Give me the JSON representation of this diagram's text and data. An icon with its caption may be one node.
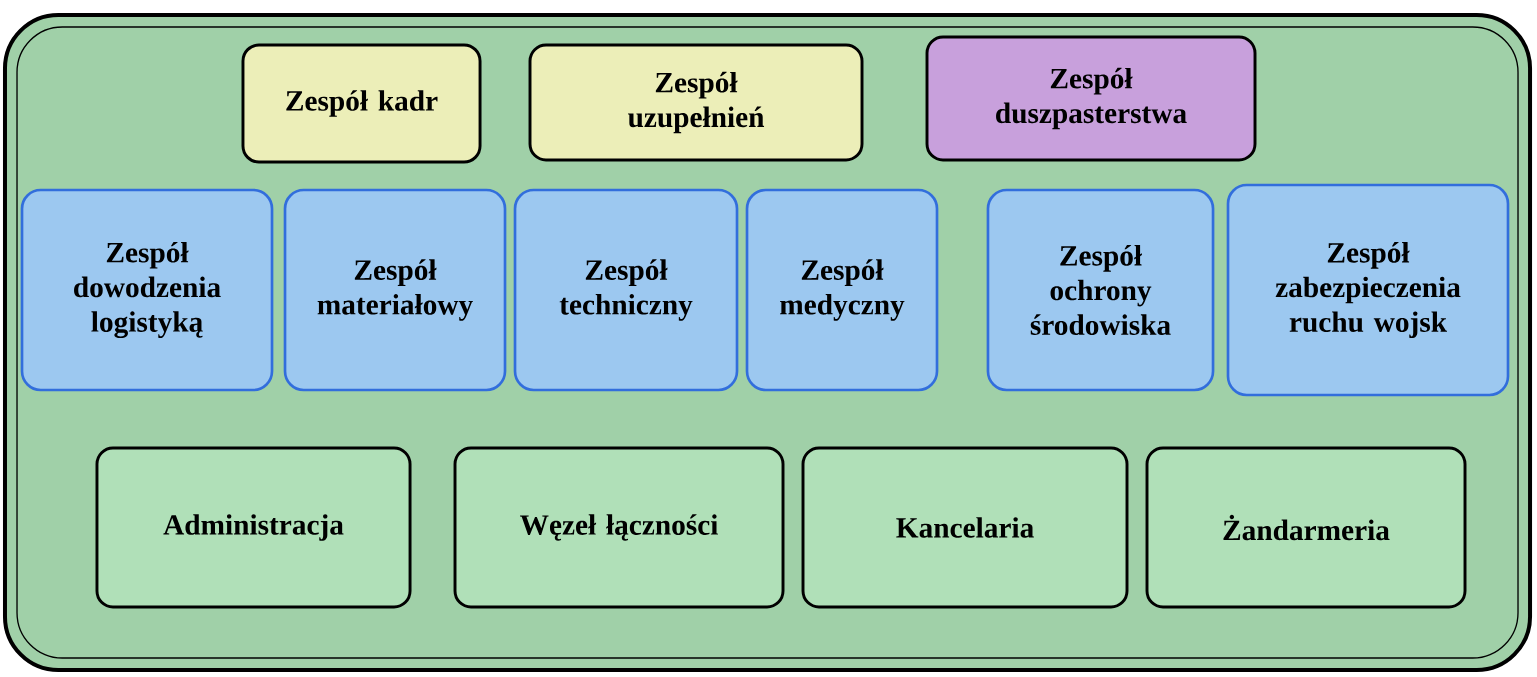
{
  "diagram": {
    "nodes": [
      {
        "text": [],
        "shape": "box"
      },
      {
        "text": [
          "Zespół kadr"
        ],
        "in": 0
      },
      {
        "text": [
          "Zespół uzupełnień"
        ],
        "in": 0
      },
      {
        "text": [
          "Zespół duszpasterstwa"
        ],
        "in": 0
      },
      {
        "text": [
          "Zespół dowodzenia logistyką"
        ],
        "in": 0
      },
      {
        "text": [
          "Zespół materiałowy"
        ],
        "in": 0
      },
      {
        "text": [
          "Zespół techniczny"
        ],
        "in": 0
      },
      {
        "text": [
          "Zespół medyczny"
        ],
        "in": 0
      },
      {
        "text": [
          "Zespół ochrony środowiska"
        ],
        "in": 0
      },
      {
        "text": [
          "Zespół zabezpieczenia ruchu wojsk"
        ],
        "in": 0
      },
      {
        "text": [
          "Administracja"
        ],
        "in": 0
      },
      {
        "text": [
          "Węzeł łączności"
        ],
        "in": 0
      },
      {
        "text": [
          "Kancelaria"
        ],
        "in": 0
      },
      {
        "text": [
          "Żandarmeria"
        ],
        "in": 0
      }
    ]
  }
}
